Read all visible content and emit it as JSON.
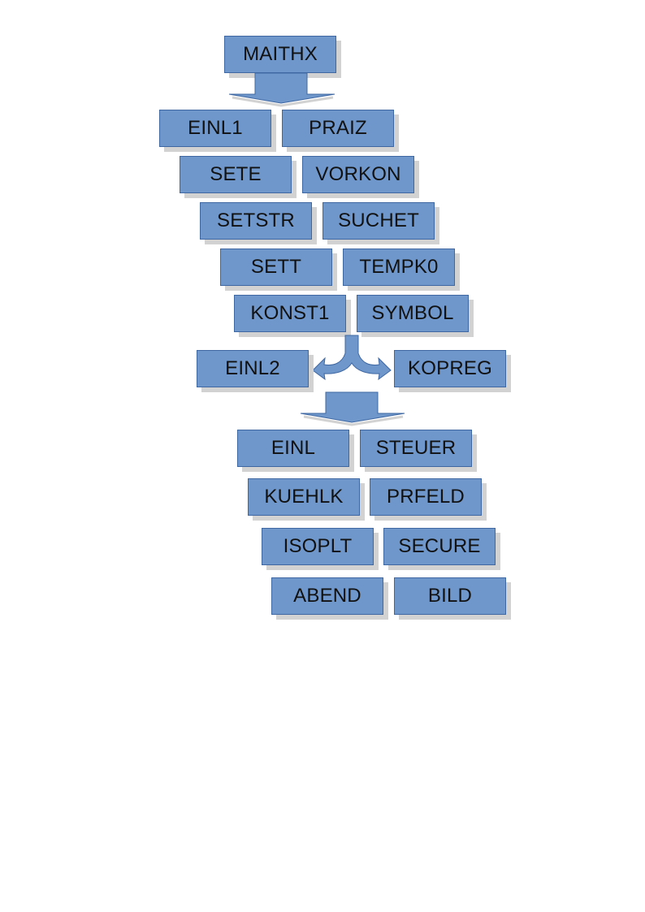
{
  "diagram": {
    "colors": {
      "box_fill": "#6f97cb",
      "box_border": "#3f68a3",
      "shadow": "#d2d2d2",
      "arrow_fill": "#6f97cb"
    },
    "nodes": {
      "maithx": "MAITHX",
      "einl1": "EINL1",
      "praiz": "PRAIZ",
      "sete": "SETE",
      "vorkon": "VORKON",
      "setstr": "SETSTR",
      "suchet": "SUCHET",
      "sett": "SETT",
      "tempk0": "TEMPK0",
      "konst1": "KONST1",
      "symbol": "SYMBOL",
      "einl2": "EINL2",
      "kopreg": "KOPREG",
      "einl": "EINL",
      "steuer": "STEUER",
      "kuehlk": "KUEHLK",
      "prfeld": "PRFELD",
      "isoplt": "ISOPLT",
      "secure": "SECURE",
      "abend": "ABEND",
      "bild": "BILD"
    },
    "arrows": [
      "down-arrow",
      "split-arrow",
      "down-arrow"
    ]
  }
}
